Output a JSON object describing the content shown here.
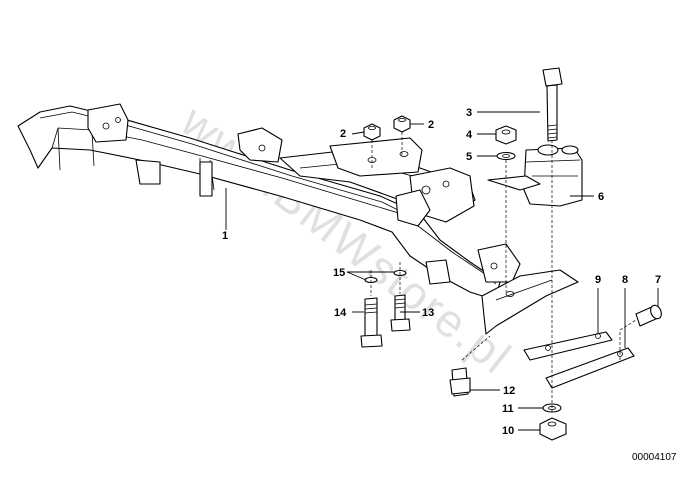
{
  "diagram": {
    "watermark": "www.BMWstore.pl",
    "document_number": "00004107",
    "callouts": [
      "1",
      "2",
      "2",
      "3",
      "4",
      "5",
      "6",
      "7",
      "8",
      "9",
      "10",
      "11",
      "12",
      "13",
      "14",
      "15"
    ]
  }
}
